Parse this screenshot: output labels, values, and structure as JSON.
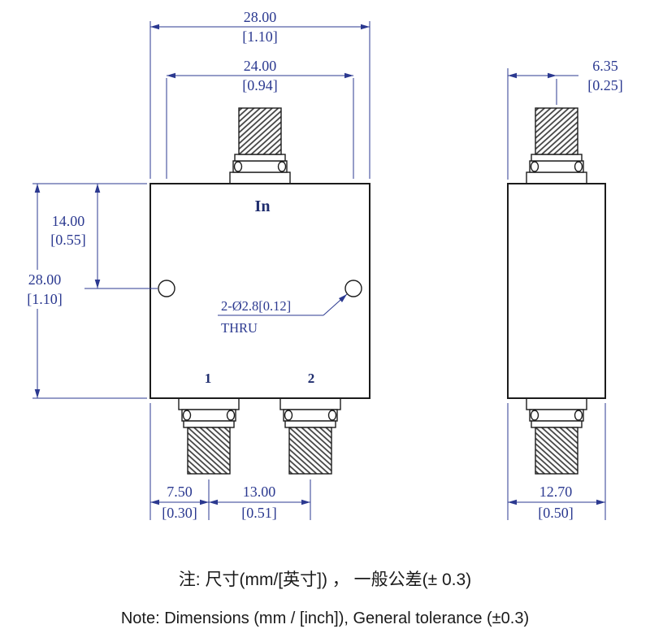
{
  "colors": {
    "dimension_blue": "#2b3990",
    "outline_black": "#1c1c1c",
    "note_text": "#1a1a1a"
  },
  "front_view": {
    "port_in_label": "In",
    "port1_label": "1",
    "port2_label": "2",
    "width_mm": "28.00",
    "width_in": "[1.10]",
    "hole_span_mm": "24.00",
    "hole_span_in": "[0.94]",
    "height_mm": "28.00",
    "height_in": "[1.10]",
    "hole_offset_mm": "14.00",
    "hole_offset_in": "[0.55]",
    "hole_callout": "2-Ø2.8[0.12]",
    "hole_callout_thru": "THRU",
    "port1_offset_mm": "7.50",
    "port1_offset_in": "[0.30]",
    "port_pitch_mm": "13.00",
    "port_pitch_in": "[0.51]"
  },
  "side_view": {
    "connector_offset_mm": "6.35",
    "connector_offset_in": "[0.25]",
    "depth_mm": "12.70",
    "depth_in": "[0.50]"
  },
  "notes": {
    "zh": "注: 尺寸(mm/[英寸]) ， 一般公差(± 0.3)",
    "en": "Note: Dimensions (mm / [inch]), General tolerance (±0.3)"
  }
}
